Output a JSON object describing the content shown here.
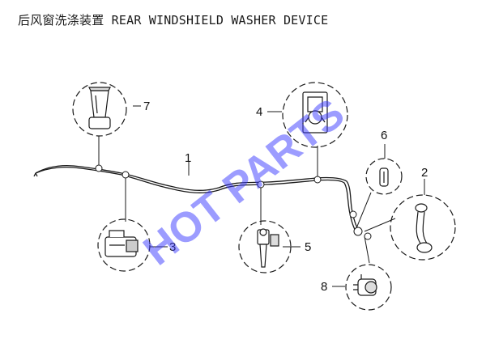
{
  "title": "后风窗洗涤装置 REAR WINDSHIELD WASHER DEVICE",
  "callouts": [
    "1",
    "2",
    "3",
    "4",
    "5",
    "6",
    "7",
    "8"
  ],
  "watermark": "HOT PARTS",
  "colors": {
    "line": "#1a1a1a",
    "watermark": "#3a3aff",
    "background": "#ffffff"
  }
}
